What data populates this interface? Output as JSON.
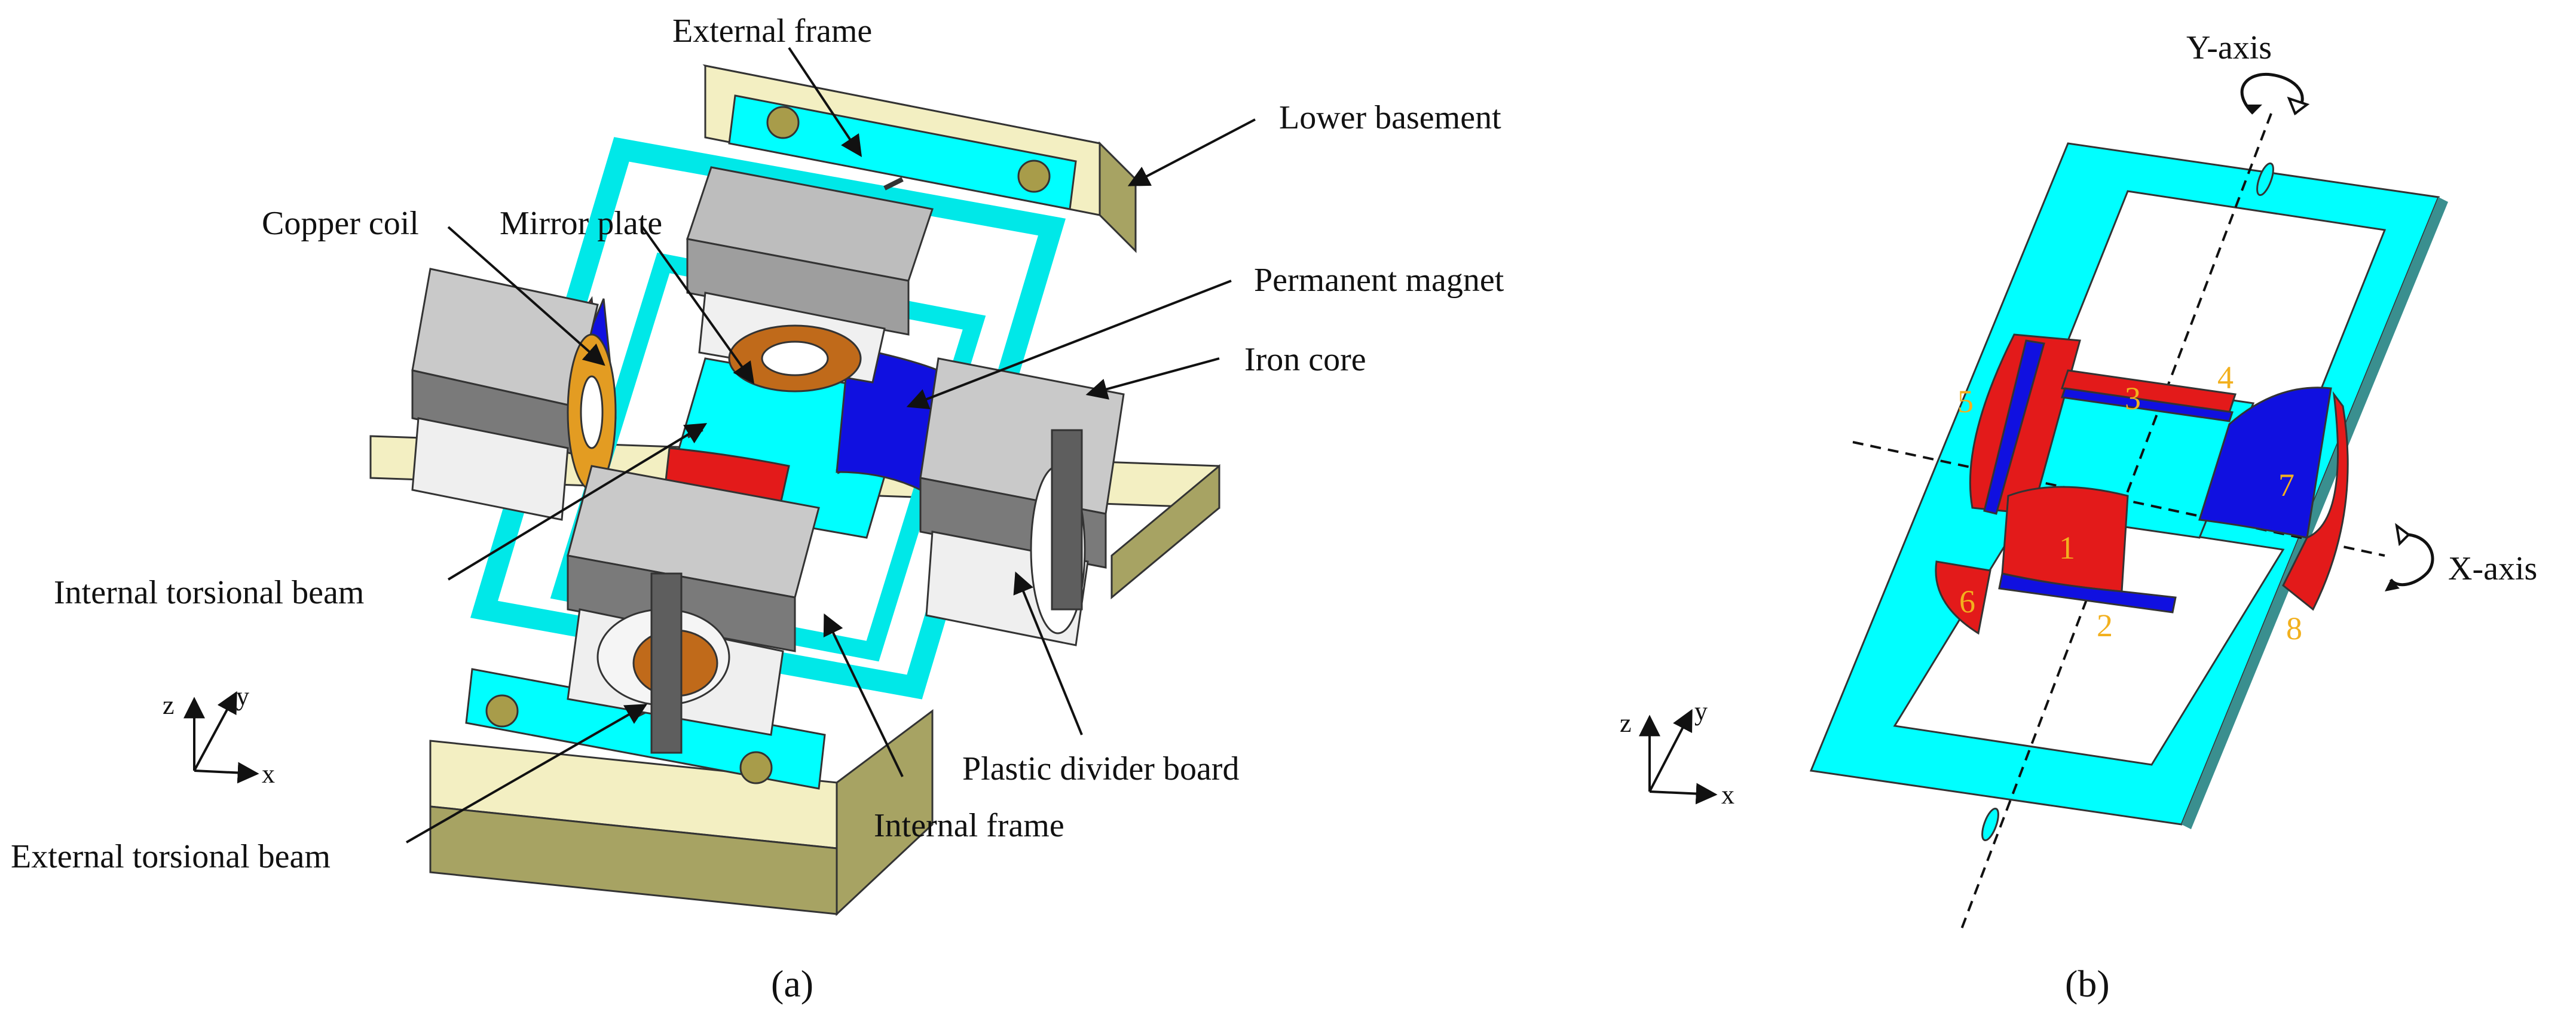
{
  "panel_a": {
    "caption": "(a)",
    "labels": {
      "external_frame": "External frame",
      "lower_basement": "Lower basement",
      "copper_coil": "Copper coil",
      "mirror_plate": "Mirror plate",
      "permanent_magnet": "Permanent magnet",
      "iron_core": "Iron core",
      "internal_torsional_beam": "Internal torsional beam",
      "plastic_divider_board": "Plastic divider board",
      "internal_frame": "Internal frame",
      "external_torsional_beam": "External torsional beam"
    },
    "axes": {
      "z": "z",
      "y": "y",
      "x": "x"
    }
  },
  "panel_b": {
    "caption": "(b)",
    "y_axis_label": "Y-axis",
    "x_axis_label": "X-axis",
    "magnet_numbers": [
      "1",
      "2",
      "3",
      "4",
      "5",
      "6",
      "7",
      "8"
    ],
    "axes": {
      "z": "z",
      "y": "y",
      "x": "x"
    }
  },
  "colors": {
    "frame": "#00ffff",
    "magnet_red": "#e31a1a",
    "magnet_blue": "#1010e0",
    "core_gray": "#c9c9c9",
    "coil": "#d98a10",
    "basement": "#f3efc2",
    "basement_side": "#a7a363",
    "number_label": "#f2b01e"
  }
}
